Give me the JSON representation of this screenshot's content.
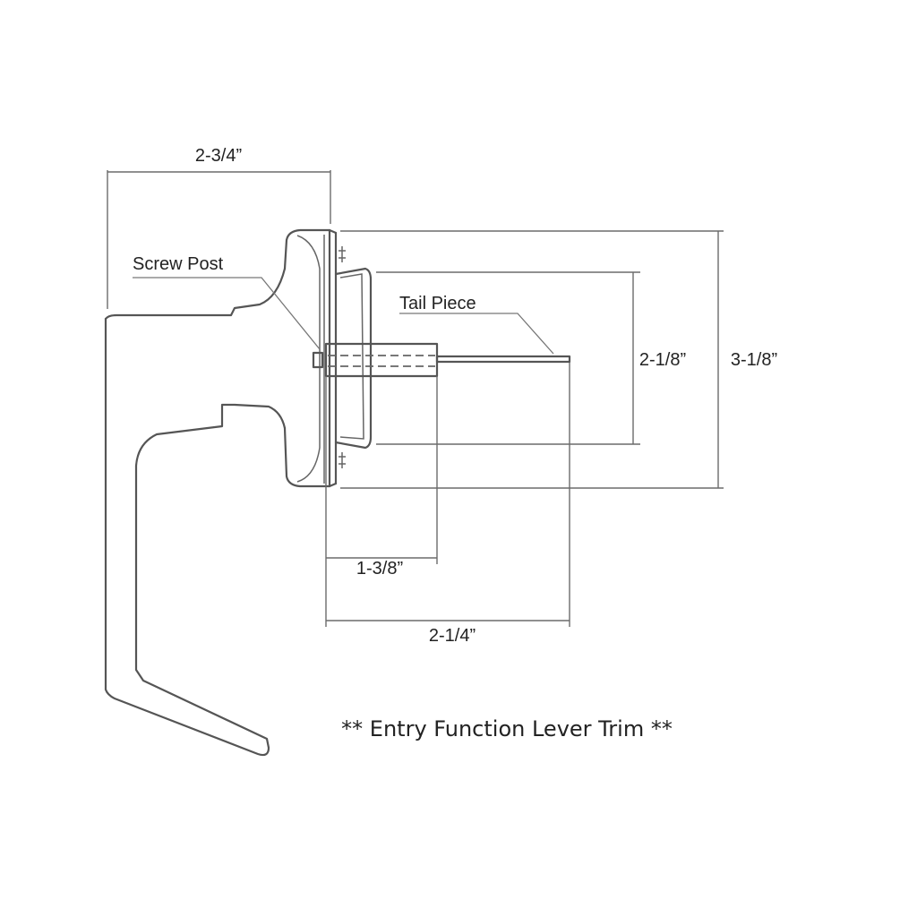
{
  "labels": {
    "screw_post": "Screw Post",
    "tail_piece": "Tail Piece"
  },
  "dimensions": {
    "overall_depth": "2-3/4”",
    "inner_rose_height": "2-1/8”",
    "outer_rose_height": "3-1/8”",
    "spindle_length": "1-3/8”",
    "tail_length": "2-1/4”"
  },
  "caption": "** Entry Function Lever Trim **",
  "colors": {
    "line": "#555555",
    "text": "#222222",
    "background": "#ffffff"
  }
}
